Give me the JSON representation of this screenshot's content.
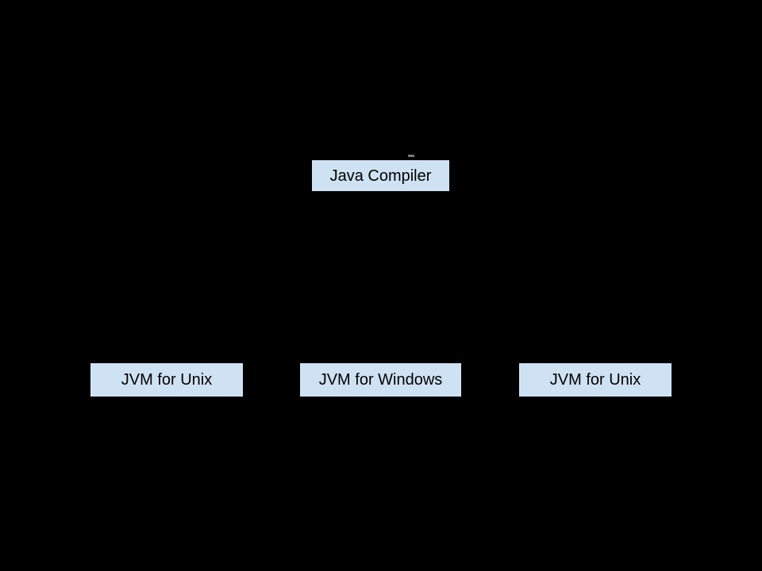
{
  "colors": {
    "background": "#000000",
    "node_fill": "#cfe2f3",
    "node_text": "#000000",
    "stray_mark": "#777777"
  },
  "diagram": {
    "nodes": [
      {
        "label": "Java Compiler"
      },
      {
        "label": "JVM for Unix"
      },
      {
        "label": "JVM for Windows"
      },
      {
        "label": "JVM for Unix"
      }
    ]
  }
}
